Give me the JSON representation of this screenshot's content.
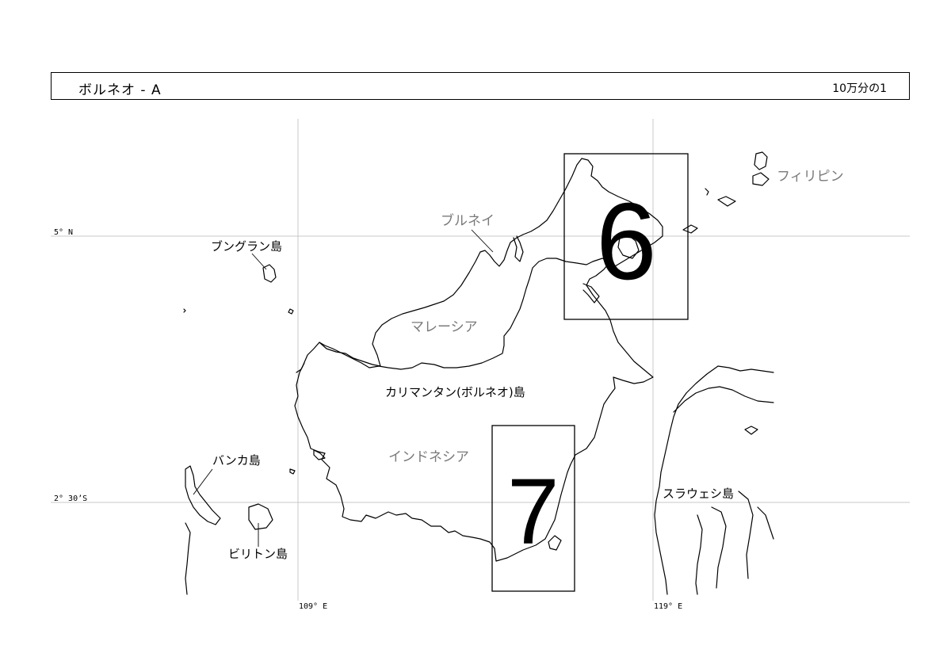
{
  "header": {
    "title": "ボルネオ - A",
    "scale": "10万分の1"
  },
  "grid_labels": {
    "lat_north": "5° N",
    "lat_south": "2° 30’S",
    "lon_west": "109° E",
    "lon_east": "119° E"
  },
  "countries": {
    "brunei": "ブルネイ",
    "malaysia": "マレーシア",
    "indonesia": "インドネシア",
    "philippines": "フィリピン"
  },
  "islands": {
    "borneo": "カリマンタン(ボルネオ)島",
    "bunguran": "ブングラン島",
    "bangka": "バンカ島",
    "belitung": "ビリトン島",
    "sulawesi": "スラウェシ島"
  },
  "sheets": {
    "sheet_6": "6",
    "sheet_7": "7"
  },
  "colors": {
    "coastline": "#000000",
    "grid": "#c8c8c8",
    "country_label": "#7a7a7a"
  }
}
